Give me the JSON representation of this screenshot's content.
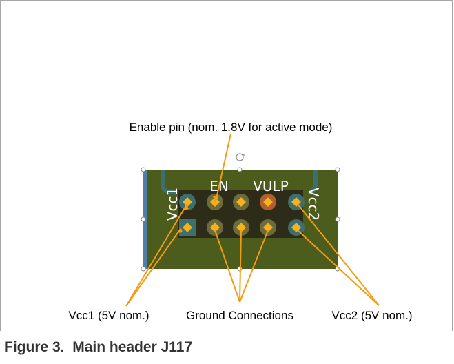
{
  "caption": {
    "number": "Figure 3.",
    "title": "Main header J117"
  },
  "silkscreen": {
    "en": "EN",
    "vulp": "VULP",
    "vcc1": "Vcc1",
    "vcc2": "Vcc2"
  },
  "callouts": {
    "enable": "Enable pin (nom. 1.8V for active mode)",
    "vcc1": "Vcc1 (5V nom.)",
    "ground": "Ground Connections",
    "vcc2": "Vcc2 (5V nom.)"
  },
  "colors": {
    "board": "#4a5a1a",
    "copper_dark": "#2a2a1a",
    "pad_ring": "#6d6b3a",
    "pad_ring_vcc": "#3d6f70",
    "pad_vulp": "#b06030",
    "pin_marker": "#f5b21b",
    "leader_line": "#f39c12",
    "trace_blue": "#4f7fa8"
  }
}
